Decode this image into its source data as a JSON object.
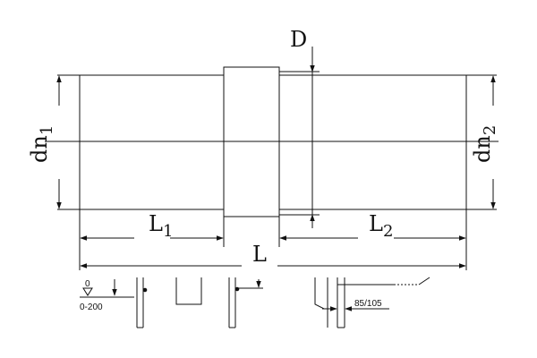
{
  "labels": {
    "D": "D",
    "dn1_main": "dn",
    "dn1_sub": "1",
    "dn2_main": "dn",
    "dn2_sub": "2",
    "L1_main": "L",
    "L1_sub": "1",
    "L2_main": "L",
    "L2_sub": "2",
    "L": "L"
  },
  "detail_strip": {
    "level_zero": "0",
    "level_range": "0-200",
    "gap_value": "85/105"
  },
  "colors": {
    "line": "#111111",
    "background": "#ffffff"
  }
}
